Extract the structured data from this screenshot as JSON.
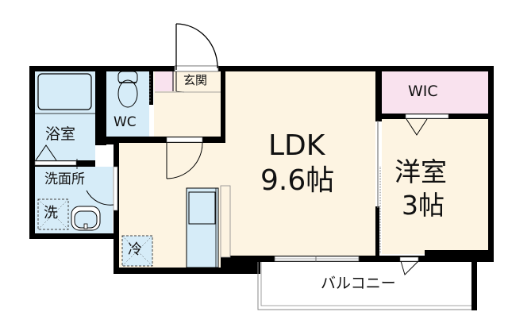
{
  "floorplan": {
    "rooms": {
      "ldk": {
        "name": "LDK",
        "size": "9.6帖"
      },
      "western_room": {
        "name": "洋室",
        "size": "3帖"
      },
      "wic": {
        "name": "WIC"
      },
      "bathroom": {
        "name": "浴室"
      },
      "toilet": {
        "name": "WC"
      },
      "entrance": {
        "name": "玄関"
      },
      "washroom": {
        "name": "洗面所"
      },
      "washer_space": {
        "name": "洗"
      },
      "fridge_space": {
        "name": "冷"
      },
      "balcony": {
        "name": "バルコニー"
      }
    },
    "colors": {
      "wall": "#000000",
      "wet_area": "#d6ecf8",
      "living_area": "#fdf4e2",
      "storage": "#f9e2ee"
    }
  }
}
